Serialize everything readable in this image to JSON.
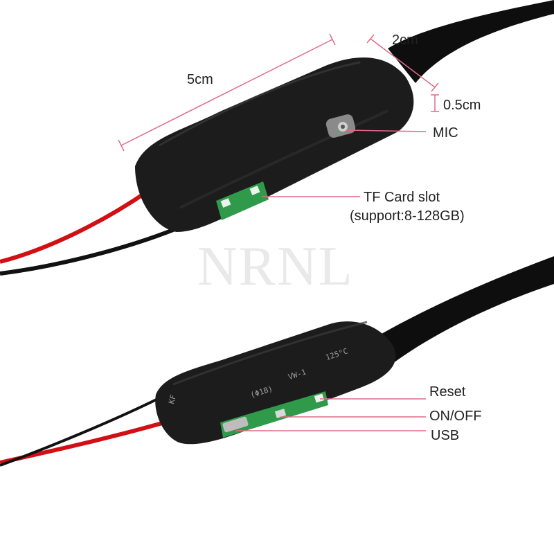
{
  "watermark": "NRNL",
  "dimensions": {
    "length": "5cm",
    "width": "2cm",
    "thickness": "0.5cm"
  },
  "top_module": {
    "mic_label": "MIC",
    "tf_slot_label": "TF Card slot",
    "tf_slot_support": "(support:8-128GB)"
  },
  "bottom_module": {
    "print_temp": "125°C",
    "print_rating": "VW-1",
    "print_gauge": "(Φ1B)",
    "print_edge": "KF",
    "reset_label": "Reset",
    "onoff_label": "ON/OFF",
    "usb_label": "USB"
  },
  "colors": {
    "annotation_line": "#e06a86",
    "module_body": "#1c1c1c",
    "ribbon": "#0e0e0e",
    "wire_red": "#d10f14",
    "wire_black": "#111111",
    "pcb_green": "#2e9a4a"
  }
}
